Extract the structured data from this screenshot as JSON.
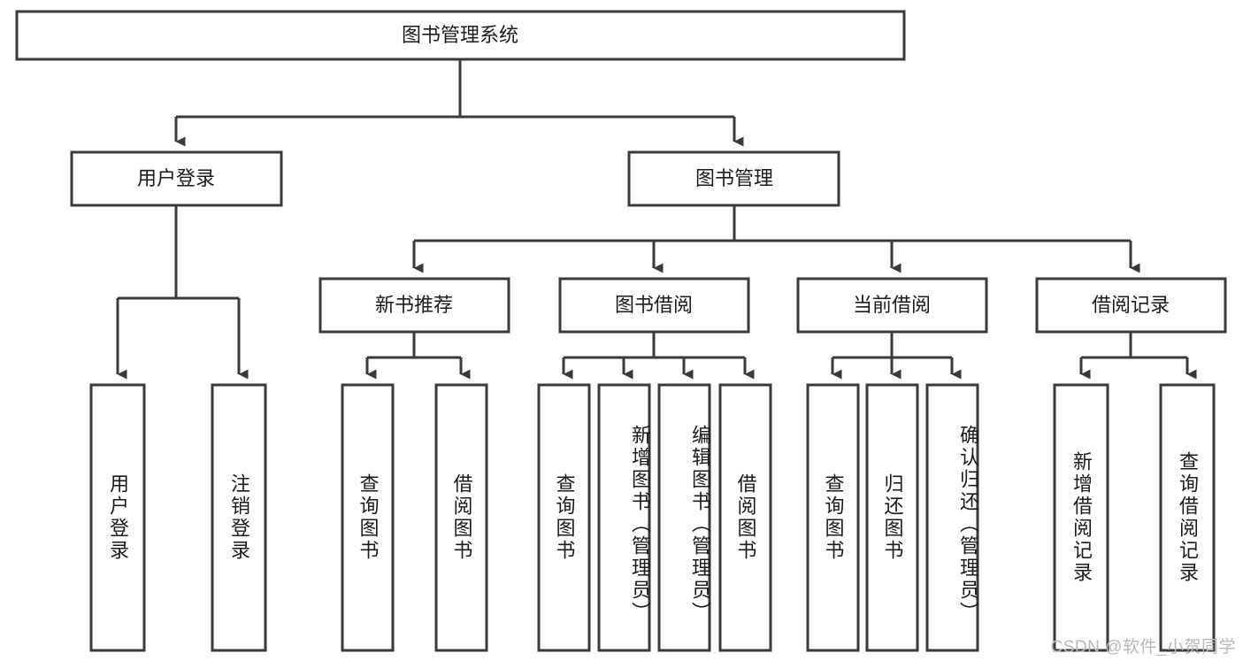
{
  "diagram": {
    "title": "图书管理系统",
    "type": "tree",
    "orientation": "top-down",
    "colors": {
      "background": "#ffffff",
      "node_fill": "#ffffff",
      "node_stroke": "#3a3a3a",
      "connector": "#3a3a3a",
      "text": "#1b1b1b",
      "watermark": "#b9b9b9"
    },
    "root": {
      "id": "root",
      "label": "图书管理系统",
      "level": 0,
      "orientation": "horizontal"
    },
    "branches": [
      {
        "id": "user-login",
        "label": "用户登录",
        "level": 1,
        "orientation": "horizontal",
        "leaves": [
          {
            "id": "leaf-user-login",
            "label": "用户登录",
            "orientation": "vertical"
          },
          {
            "id": "leaf-user-logout",
            "label": "注销登录",
            "orientation": "vertical"
          }
        ]
      },
      {
        "id": "book-management",
        "label": "图书管理",
        "level": 1,
        "orientation": "horizontal",
        "children": [
          {
            "id": "new-book-recommend",
            "label": "新书推荐",
            "level": 2,
            "orientation": "horizontal",
            "leaves": [
              {
                "id": "leaf-nb-query",
                "label": "查询图书",
                "orientation": "vertical"
              },
              {
                "id": "leaf-nb-borrow",
                "label": "借阅图书",
                "orientation": "vertical"
              }
            ]
          },
          {
            "id": "book-borrow",
            "label": "图书借阅",
            "level": 2,
            "orientation": "horizontal",
            "leaves": [
              {
                "id": "leaf-bb-query",
                "label": "查询图书",
                "orientation": "vertical"
              },
              {
                "id": "leaf-bb-add",
                "label": "新增图书（管理员）",
                "orientation": "vertical"
              },
              {
                "id": "leaf-bb-edit",
                "label": "编辑图书（管理员）",
                "orientation": "vertical"
              },
              {
                "id": "leaf-bb-borrow",
                "label": "借阅图书",
                "orientation": "vertical"
              }
            ]
          },
          {
            "id": "current-borrow",
            "label": "当前借阅",
            "level": 2,
            "orientation": "horizontal",
            "leaves": [
              {
                "id": "leaf-cb-query",
                "label": "查询图书",
                "orientation": "vertical"
              },
              {
                "id": "leaf-cb-return",
                "label": "归还图书",
                "orientation": "vertical"
              },
              {
                "id": "leaf-cb-confirm",
                "label": "确认归还（管理员）",
                "orientation": "vertical"
              }
            ]
          },
          {
            "id": "borrow-records",
            "label": "借阅记录",
            "level": 2,
            "orientation": "horizontal",
            "leaves": [
              {
                "id": "leaf-br-add",
                "label": "新增借阅记录",
                "orientation": "vertical"
              },
              {
                "id": "leaf-br-query",
                "label": "查询借阅记录",
                "orientation": "vertical"
              }
            ]
          }
        ]
      }
    ]
  },
  "watermark": {
    "text": "CSDN @软件_小贺同学"
  }
}
